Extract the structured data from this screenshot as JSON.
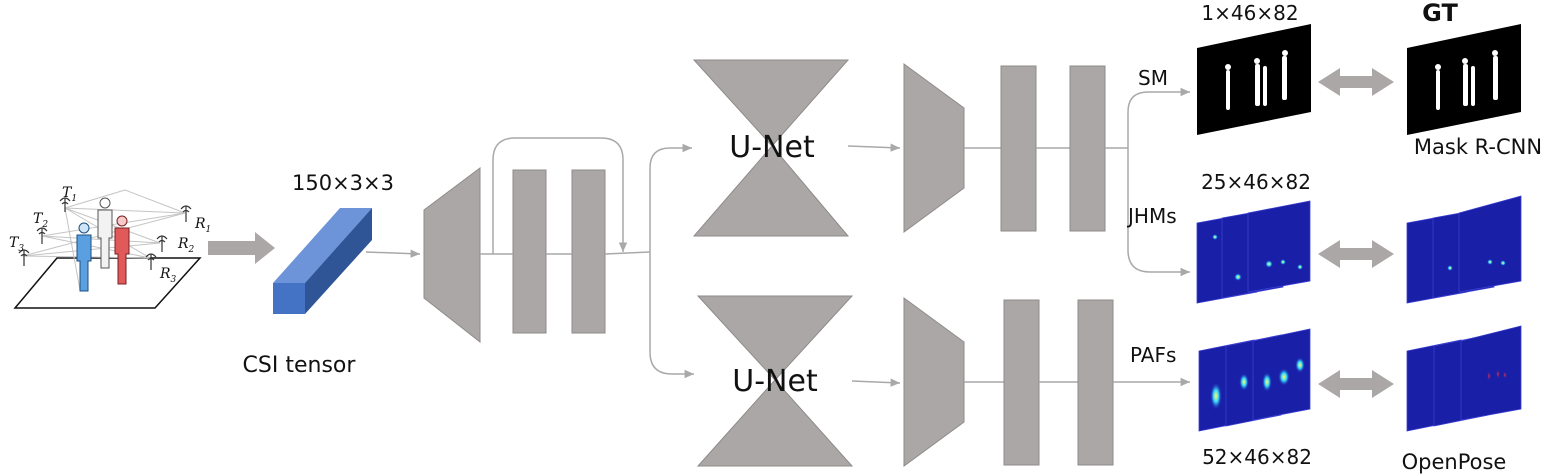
{
  "scene": {
    "tx_labels": [
      "T",
      "T",
      "T"
    ],
    "tx_subs": [
      "1",
      "2",
      "3"
    ],
    "rx_labels": [
      "R",
      "R",
      "R"
    ],
    "rx_subs": [
      "1",
      "2",
      "3"
    ]
  },
  "csi": {
    "dims": "150×3×3",
    "caption": "CSI tensor"
  },
  "unet_top": {
    "label": "U-Net"
  },
  "unet_bottom": {
    "label": "U-Net"
  },
  "outputs": {
    "sm": {
      "tag": "SM",
      "dims": "1×46×82"
    },
    "jhm": {
      "tag": "JHMs",
      "dims": "25×46×82"
    },
    "paf": {
      "tag": "PAFs",
      "dims": "52×46×82"
    }
  },
  "ground_truth": {
    "header": "GT",
    "mask_source": "Mask R-CNN",
    "pose_source": "OpenPose"
  },
  "colors": {
    "block_gray": "#aba7a6",
    "cube_front": "#4472c4",
    "cube_side": "#2f5597",
    "heatmap_bg": "#1a1fa8",
    "mask_bg": "#000000"
  }
}
